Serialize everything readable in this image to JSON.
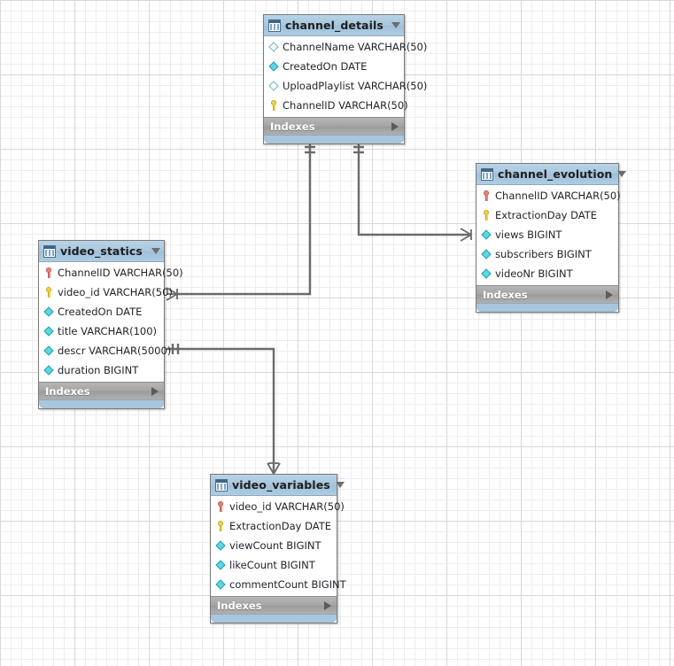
{
  "app": {
    "view_name": "EER Diagram Canvas",
    "background": "#ffffff",
    "grid_minor_color": "#ededed",
    "grid_major_color": "#d8d8d8",
    "title_bar_color": "#a9c7dd",
    "footer_color": "#a5a5a5",
    "pk_icon_color": "#e8867a",
    "fk_icon_color": "#f2d24c",
    "column_icon_color": "#5fd7e2",
    "connector_color": "#6b6b6b"
  },
  "tables": [
    {
      "name": "channel_details",
      "icon": "table-icon",
      "collapse_icon": "chevron-down-icon",
      "footer_label": "Indexes",
      "footer_icon": "chevron-right-icon",
      "columns": [
        {
          "icon": "diamond-hollow-icon",
          "label": "ChannelName VARCHAR(50)"
        },
        {
          "icon": "diamond-filled-icon",
          "label": "CreatedOn DATE"
        },
        {
          "icon": "diamond-hollow-icon",
          "label": "UploadPlaylist VARCHAR(50)"
        },
        {
          "icon": "key-yellow-icon",
          "label": "ChannelID VARCHAR(50)"
        }
      ]
    },
    {
      "name": "channel_evolution",
      "icon": "table-icon",
      "collapse_icon": "chevron-down-icon",
      "footer_label": "Indexes",
      "footer_icon": "chevron-right-icon",
      "columns": [
        {
          "icon": "key-red-icon",
          "label": "ChannelID VARCHAR(50)"
        },
        {
          "icon": "key-yellow-icon",
          "label": "ExtractionDay DATE"
        },
        {
          "icon": "diamond-filled-icon",
          "label": "views BIGINT"
        },
        {
          "icon": "diamond-filled-icon",
          "label": "subscribers BIGINT"
        },
        {
          "icon": "diamond-filled-icon",
          "label": "videoNr BIGINT"
        }
      ]
    },
    {
      "name": "video_statics",
      "icon": "table-icon",
      "collapse_icon": "chevron-down-icon",
      "footer_label": "Indexes",
      "footer_icon": "chevron-right-icon",
      "columns": [
        {
          "icon": "key-red-icon",
          "label": "ChannelID VARCHAR(50)"
        },
        {
          "icon": "key-yellow-icon",
          "label": "video_id VARCHAR(50)"
        },
        {
          "icon": "diamond-filled-icon",
          "label": "CreatedOn DATE"
        },
        {
          "icon": "diamond-filled-icon",
          "label": "title VARCHAR(100)"
        },
        {
          "icon": "diamond-filled-icon",
          "label": "descr VARCHAR(5000)"
        },
        {
          "icon": "diamond-filled-icon",
          "label": "duration BIGINT"
        }
      ]
    },
    {
      "name": "video_variables",
      "icon": "table-icon",
      "collapse_icon": "chevron-down-icon",
      "footer_label": "Indexes",
      "footer_icon": "chevron-right-icon",
      "columns": [
        {
          "icon": "key-red-icon",
          "label": "video_id VARCHAR(50)"
        },
        {
          "icon": "key-yellow-icon",
          "label": "ExtractionDay DATE"
        },
        {
          "icon": "diamond-filled-icon",
          "label": "viewCount BIGINT"
        },
        {
          "icon": "diamond-filled-icon",
          "label": "likeCount BIGINT"
        },
        {
          "icon": "diamond-filled-icon",
          "label": "commentCount BIGINT"
        }
      ]
    }
  ],
  "relationships": [
    {
      "from": "channel_details",
      "to": "video_statics",
      "from_cardinality": "one",
      "to_cardinality": "many"
    },
    {
      "from": "channel_details",
      "to": "channel_evolution",
      "from_cardinality": "one",
      "to_cardinality": "many"
    },
    {
      "from": "video_statics",
      "to": "video_variables",
      "from_cardinality": "one",
      "to_cardinality": "many"
    }
  ]
}
